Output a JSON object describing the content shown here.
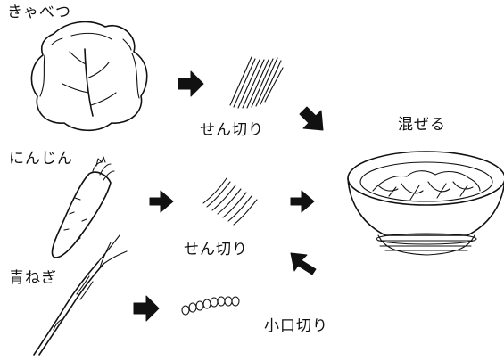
{
  "ingredients": {
    "cabbage": {
      "label": "きゃべつ",
      "cut": "せん切り"
    },
    "carrot": {
      "label": "にんじん",
      "cut": "せん切り"
    },
    "green_onion": {
      "label": "青ねぎ",
      "cut": "小口切り"
    }
  },
  "result": {
    "label": "混ぜる"
  },
  "colors": {
    "ink": "#111111",
    "background": "#ffffff"
  },
  "icons": [
    "cabbage-icon",
    "carrot-icon",
    "green-onion-icon",
    "shredded-cabbage-icon",
    "shredded-carrot-icon",
    "sliced-onion-icon",
    "salad-bowl-icon",
    "arrow-right-icon",
    "arrow-down-right-icon"
  ]
}
